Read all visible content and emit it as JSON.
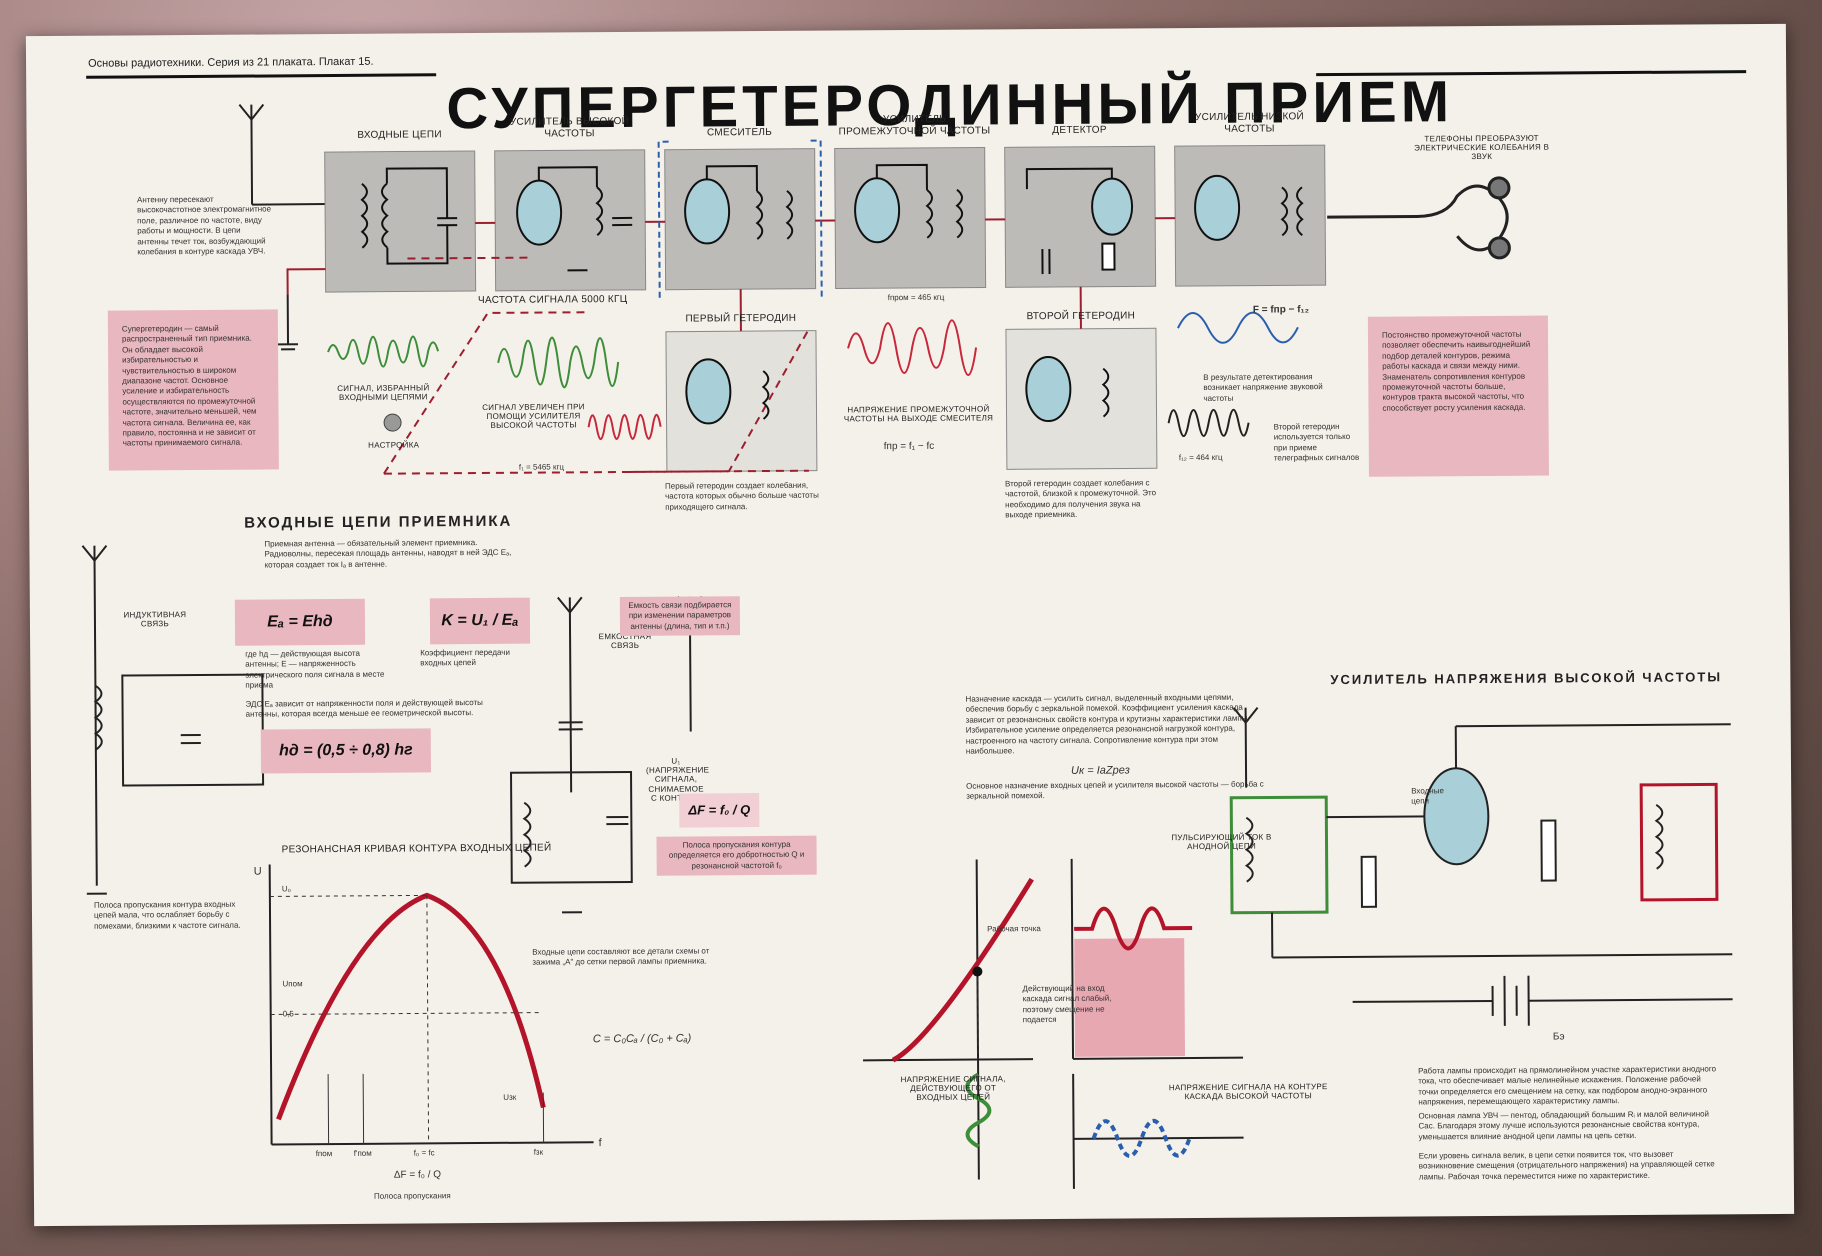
{
  "poster": {
    "title": "СУПЕРГЕТЕРОДИННЫЙ ПРИЕМ",
    "series_note": "Основы радиотехники. Серия из 21 плаката. Плакат 15."
  },
  "blocks": [
    {
      "id": "input",
      "label": "ВХОДНЫЕ ЦЕПИ"
    },
    {
      "id": "rf_amp",
      "label": "УСИЛИТЕЛЬ ВЫСОКОЙ ЧАСТОТЫ"
    },
    {
      "id": "mixer",
      "label": "СМЕСИТЕЛЬ"
    },
    {
      "id": "if_amp",
      "label": "УСИЛИТЕЛЬ ПРОМЕЖУТОЧНОЙ ЧАСТОТЫ"
    },
    {
      "id": "detector",
      "label": "ДЕТЕКТОР"
    },
    {
      "id": "af_amp",
      "label": "УСИЛИТЕЛЬ НИЗКОЙ ЧАСТОТЫ"
    }
  ],
  "oscillators": {
    "first": "ПЕРВЫЙ ГЕТЕРОДИН",
    "second": "ВТОРОЙ ГЕТЕРОДИН"
  },
  "labels": {
    "headphones": "ТЕЛЕФОНЫ ПРЕОБРАЗУЮТ ЭЛЕКТРИЧЕСКИЕ КОЛЕБАНИЯ В ЗВУК",
    "signal_freq": "ЧАСТОТА СИГНАЛА 5000 кгц",
    "selected_signal": "СИГНАЛ, ИЗБРАННЫЙ ВХОДНЫМИ ЦЕПЯМИ",
    "amplified_signal": "СИГНАЛ УВЕЛИЧЕН ПРИ ПОМОЩИ УСИЛИТЕЛЯ ВЫСОКОЙ ЧАСТОТЫ",
    "tuning": "НАСТРОЙКА",
    "f_het": "f₁ = 5465 кгц",
    "f_if": "fпром = 465 кгц",
    "mixer_output": "НАПРЯЖЕНИЕ ПРОМЕЖУТОЧНОЙ ЧАСТОТЫ НА ВЫХОДЕ СМЕСИТЕЛЯ",
    "f_formula": "fпр = f₁ − fс",
    "beat_formula": "F = fпр − f₁₂",
    "detect_result": "В результате детектирования возникает напряжение звуковой частоты",
    "f2": "f₁₂ = 464 кгц",
    "second_osc_note": "Второй гетеродин используется только при приеме телеграфных сигналов",
    "first_osc_desc": "Первый гетеродин создает колебания, частота которых обычно больше частоты приходящего сигнала.",
    "second_osc_desc": "Второй гетеродин создает колебания с частотой, близкой к промежуточной. Это необходимо для получения звука на выходе приемника.",
    "antenna_note": "Антенну пересекают высокочастотное электромагнитное поле, различное по частоте, виду работы и мощности. В цепи антенны течет ток, возбуждающий колебания в контуре каскада УВЧ.",
    "superhet_note": "Супергетеродин — самый распространенный тип приемника. Он обладает высокой избирательностью и чувствительностью в широком диапазоне частот. Основное усиление и избирательность осуществляются по промежуточной частоте, значительно меньшей, чем частота сигнала. Величина ее, как правило, постоянна и не зависит от частоты принимаемого сигнала.",
    "if_note": "Постоянство промежуточной частоты позволяет обеспечить наивыгоднейший подбор деталей контуров, режима работы каскада и связи между ними. Знаменатель сопротивления контуров промежуточной частоты больше, контуров тракта высокой частоты, что способствует росту усиления каскада."
  },
  "input_section": {
    "title": "ВХОДНЫЕ ЦЕПИ ПРИЕМНИКА",
    "intro": "Приемная антенна — обязательный элемент приемника. Радиоволны, пересекая площадь антенны, наводят в ней ЭДС Eₐ, которая создает ток Iₐ в антенне.",
    "inductive": "ИНДУКТИВНАЯ СВЯЗЬ",
    "capacitive": "ЕМКОСТНАЯ СВЯЗЬ",
    "formula_e": "Eₐ = Ehд",
    "formula_k": "K = U₁ / Eₐ",
    "formula_h": "hд = (0,5 ÷ 0,8) hг",
    "k_note": "Коэффициент передачи входных цепей",
    "hd_note": "где hд — действующая высота антенны; E — напряженность электрического поля сигнала в месте приема",
    "emf_note": "ЭДС Eₐ зависит от напряженности поля и действующей высоты антенны, которая всегда меньше ее геометрической высоты.",
    "coupling_note": "Емкость связи подбирается при изменении параметров антенны (длина, тип и т.п.)",
    "bw_formula": "ΔF = f₀ / Q",
    "bw_note": "Полоса пропускания контура определяется его добротностью Q и резонансной частотой f₀",
    "voltage_label": "U₁ (напряжение сигнала, снимаемое с контура)",
    "c_formula": "C = C₀Cₐ / (C₀ + Cₐ)",
    "input_desc": "Входные цепи составляют все детали схемы от зажима „А\" до сетки первой лампы приемника.",
    "left_note": "Полоса пропускания контура входных цепей мала, что ослабляет борьбу с помехами, близкими к частоте сигнала."
  },
  "resonance_chart": {
    "title": "РЕЗОНАНСНАЯ КРИВАЯ КОНТУРА ВХОДНЫХ ЦЕПЕЙ",
    "ylabel": "U",
    "xlabel": "f",
    "labels": [
      "U₀",
      "Uпом",
      "0,5",
      "Uзк"
    ],
    "ticks": [
      "fпом",
      "f'пом",
      "f₀ = fс",
      "fзк"
    ],
    "bandwidth": "ΔF = f₀ / Q",
    "passband": "Полоса пропускания"
  },
  "rf_section": {
    "title": "УСИЛИТЕЛЬ НАПРЯЖЕНИЯ ВЫСОКОЙ ЧАСТОТЫ",
    "purpose": "Назначение каскада — усилить сигнал, выделенный входными цепями, обеспечив борьбу с зеркальной помехой. Коэффициент усиления каскада зависит от резонансных свойств контура и крутизны характеристики лампы. Избирательное усиление определяется резонансной нагрузкой контура, настроенного на частоту сигнала. Сопротивление контура при этом наибольшее.",
    "uk_formula": "Uк = IaZрез",
    "main_purpose": "Основное назначение входных цепей и усилителя высокой частоты — борьба с зеркальной помехой.",
    "pulse_label": "ПУЛЬСИРУЮЩИЙ ТОК В АНОДНОЙ ЦЕПИ",
    "work_point": "Рабочая точка",
    "input_voltage": "НАПРЯЖЕНИЕ СИГНАЛА, ДЕЙСТВУЮЩЕГО ОТ ВХОДНЫХ ЦЕПЕЙ",
    "output_voltage": "НАПРЯЖЕНИЕ СИГНАЛА НА КОНТУРЕ КАСКАДА ВЫСОКОЙ ЧАСТОТЫ",
    "grid_note": "Действующий на вход каскада сигнал слабый, поэтому смещение не подается",
    "work_desc": "Работа лампы происходит на прямолинейном участке характеристики анодного тока, что обеспечивает малые нелинейные искажения. Положение рабочей точки определяется его смещением на сетку, как подбором анодно-экранного напряжения, перемещающего характеристику лампы.",
    "tube_note": "Основная лампа УВЧ — пентод, обладающий большим Rᵢ и малой величиной Cаc. Благодаря этому лучше используются резонансные свойства контура, уменьшается влияние анодной цепи лампы на цепь сетки.",
    "signal_note": "Если уровень сигнала велик, в цепи сетки появится ток, что вызовет возникновение смещения (отрицательного напряжения) на управляющей сетке лампы. Рабочая точка переместится ниже по характеристике.",
    "input_label": "Входные цепи",
    "battery": "Бэ"
  },
  "colors": {
    "poster_bg": "#f4f1ea",
    "block_gray": "#bdbbb7",
    "tube_blue": "#a9cfd8",
    "signal_green": "#3e8d3a",
    "signal_red": "#c7283a",
    "wire_red": "#9c1f30",
    "pink_panel": "#e9b7bf",
    "sine_blue": "#2a5fb0"
  }
}
